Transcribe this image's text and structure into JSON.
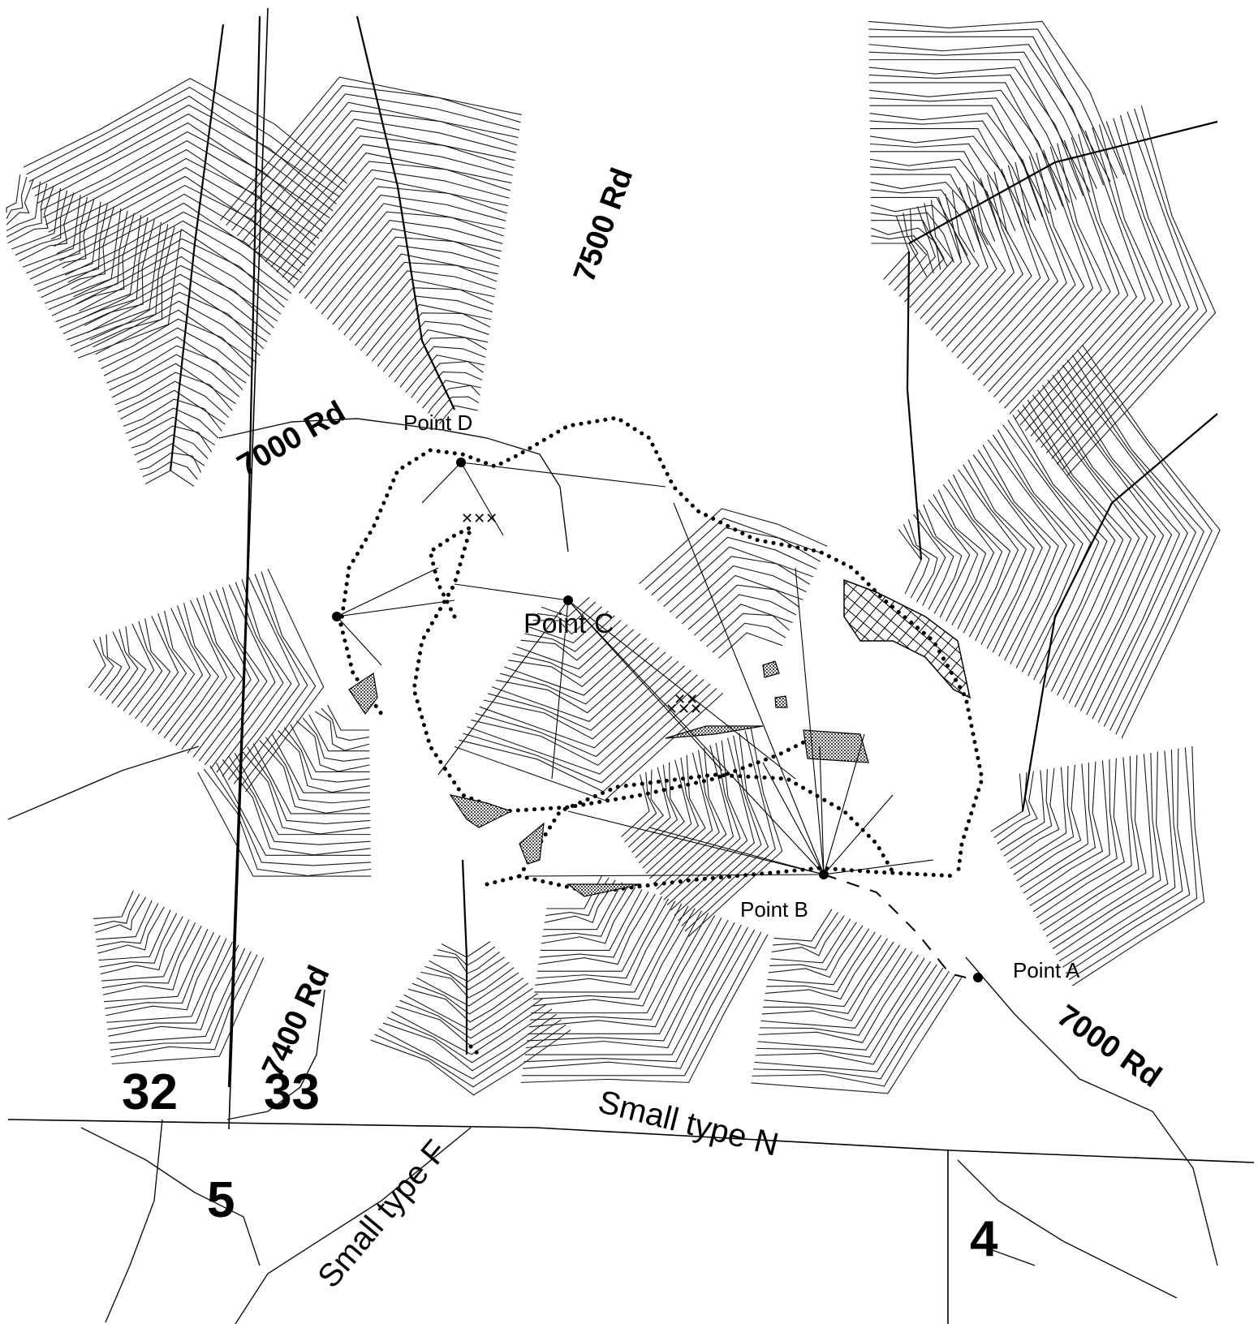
{
  "roads": {
    "road_7000_upper": "7000 Rd",
    "road_7500": "7500 Rd",
    "road_7400": "7400 Rd",
    "road_7000_lower": "7000 Rd"
  },
  "points": {
    "point_a": "Point A",
    "point_b": "Point B",
    "point_c": "Point C",
    "point_d": "Point D"
  },
  "sections": {
    "s32": "32",
    "s33": "33",
    "s5": "5",
    "s4": "4"
  },
  "vegetation_types": {
    "small_type_f": "Small type F",
    "small_type_n": "Small type N"
  },
  "colors": {
    "ink": "#000000",
    "paper": "#ffffff"
  }
}
